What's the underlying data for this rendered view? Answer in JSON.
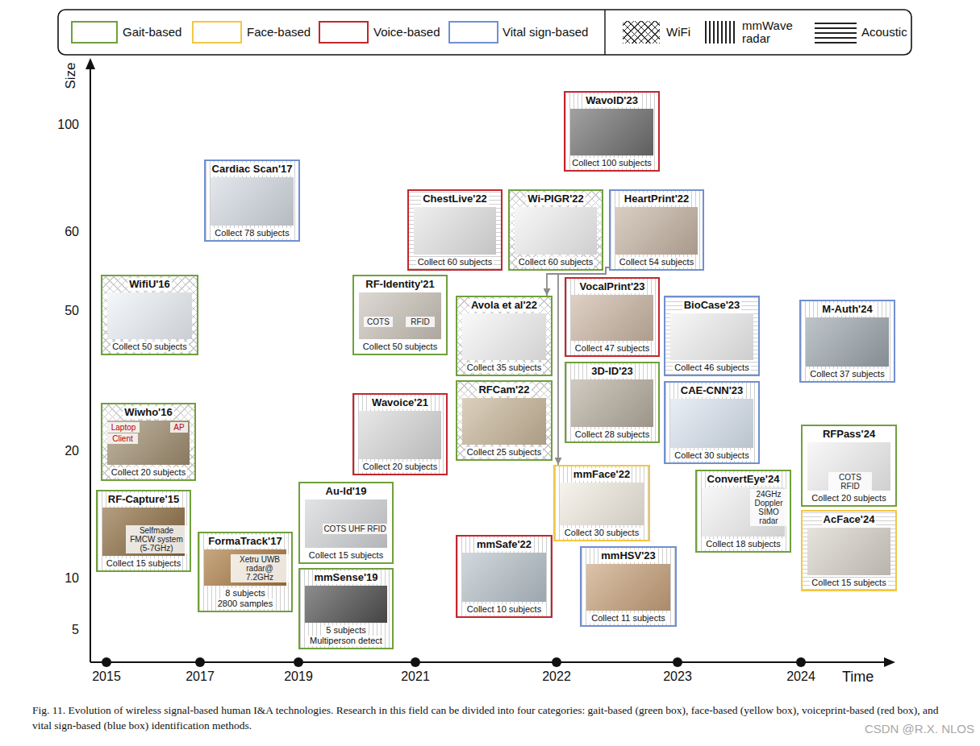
{
  "diagram": {
    "caption": "Fig. 11. Evolution of wireless signal-based human I&A technologies. Research in this field can be divided into four categories: gait-based (green box), face-based (yellow box), voiceprint-based (red box), and vital sign-based (blue box) identification methods.",
    "nodes": [
      {
        "text": [
          "RF-Capture'15",
          "Selfmade FMCW system (5-7GHz)",
          "Collect 15 subjects"
        ]
      },
      {
        "text": [
          "Wiwho'16",
          "Laptop",
          "Client",
          "AP",
          "Collect 20 subjects"
        ]
      },
      {
        "text": [
          "WifiU'16",
          "Collect 50 subjects"
        ]
      },
      {
        "text": [
          "Cardiac Scan'17",
          "Collect 78 subjects"
        ]
      },
      {
        "text": [
          "FormaTrack'17",
          "Xetru UWB radar@ 7.2GHz",
          "8 subjects",
          "2800 samples"
        ]
      },
      {
        "text": [
          "Au-Id'19",
          "COTS UHF RFID",
          "Collect 15 subjects"
        ]
      },
      {
        "text": [
          "mmSense'19",
          "5 subjects",
          "Multiperson detect"
        ]
      },
      {
        "text": [
          "RF-Identity'21",
          "COTS",
          "RFID",
          "Collect 50 subjects"
        ]
      },
      {
        "text": [
          "Wavoice'21",
          "Collect 20 subjects"
        ]
      },
      {
        "text": [
          "ChestLive'22",
          "Collect 60 subjects"
        ]
      },
      {
        "text": [
          "Wi-PIGR'22",
          "Collect 60 subjects"
        ]
      },
      {
        "text": [
          "HeartPrint'22",
          "Collect 54 subjects"
        ]
      },
      {
        "text": [
          "Avola et al'22",
          "Collect 35 subjects"
        ]
      },
      {
        "text": [
          "RFCam'22",
          "Collect 25 subjects"
        ]
      },
      {
        "text": [
          "mmFace'22",
          "Collect 30 subjects"
        ]
      },
      {
        "text": [
          "mmSafe'22",
          "Collect 10 subjects"
        ]
      },
      {
        "text": [
          "WavoID'23",
          "Collect 100 subjects"
        ]
      },
      {
        "text": [
          "VocalPrint'23",
          "Collect 47 subjects"
        ]
      },
      {
        "text": [
          "3D-ID'23",
          "Collect 28 subjects"
        ]
      },
      {
        "text": [
          "mmHSV'23",
          "Collect 11 subjects"
        ]
      },
      {
        "text": [
          "BioCase'23",
          "Collect 46 subjects"
        ]
      },
      {
        "text": [
          "CAE-CNN'23",
          "Collect 30 subjects"
        ]
      },
      {
        "text": [
          "ConvertEye'24",
          "24GHz Doppler SIMO radar",
          "Collect 18 subjects"
        ]
      },
      {
        "text": [
          "M-Auth'24",
          "Collect 37 subjects"
        ]
      },
      {
        "text": [
          "RFPass'24",
          "COTS RFID",
          "Collect 20 subjects"
        ]
      },
      {
        "text": [
          "AcFace'24",
          "Collect 15 subjects"
        ]
      }
    ],
    "edges": [
      {
        "from": 11,
        "to": 12,
        "arrow": "to"
      },
      {
        "from": 11,
        "to": 14,
        "arrow": "to"
      }
    ],
    "labels": [
      "Size",
      "100",
      "60",
      "50",
      "20",
      "10",
      "5",
      "2015",
      "2017",
      "2019",
      "2021",
      "2022",
      "2023",
      "2024",
      "Time",
      "CSDN @R.X. NLOS"
    ],
    "legend": [
      {
        "text": "Gait-based",
        "color": "#70a03c"
      },
      {
        "text": "Face-based",
        "color": "#f2c744"
      },
      {
        "text": "Voice-based",
        "color": "#c4262e"
      },
      {
        "text": "Vital sign-based",
        "color": "#7090d0"
      },
      {
        "text": "WiFi"
      },
      {
        "text": "mmWave radar"
      },
      {
        "text": "Acoustic"
      }
    ]
  }
}
